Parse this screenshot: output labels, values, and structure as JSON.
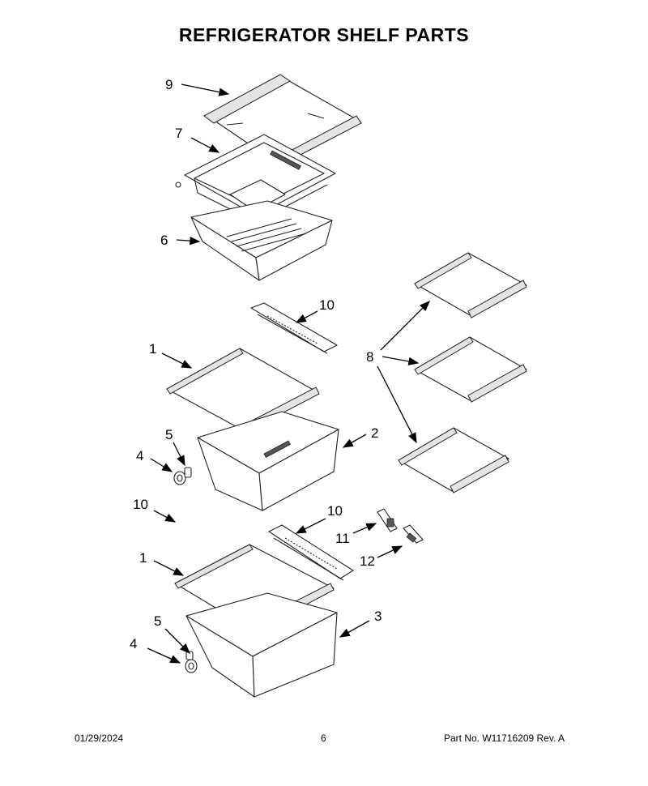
{
  "title": "REFRIGERATOR SHELF PARTS",
  "callouts": {
    "c9": "9",
    "c7": "7",
    "c6": "6",
    "c10a": "10",
    "c1a": "1",
    "c8": "8",
    "c5a": "5",
    "c2": "2",
    "c4a": "4",
    "c10b": "10",
    "c10c": "10",
    "c11": "11",
    "c12": "12",
    "c1b": "1",
    "c3": "3",
    "c5b": "5",
    "c4b": "4"
  },
  "footer": {
    "date": "01/29/2024",
    "page": "6",
    "part_no": "Part No.  W11716209  Rev.  A"
  }
}
